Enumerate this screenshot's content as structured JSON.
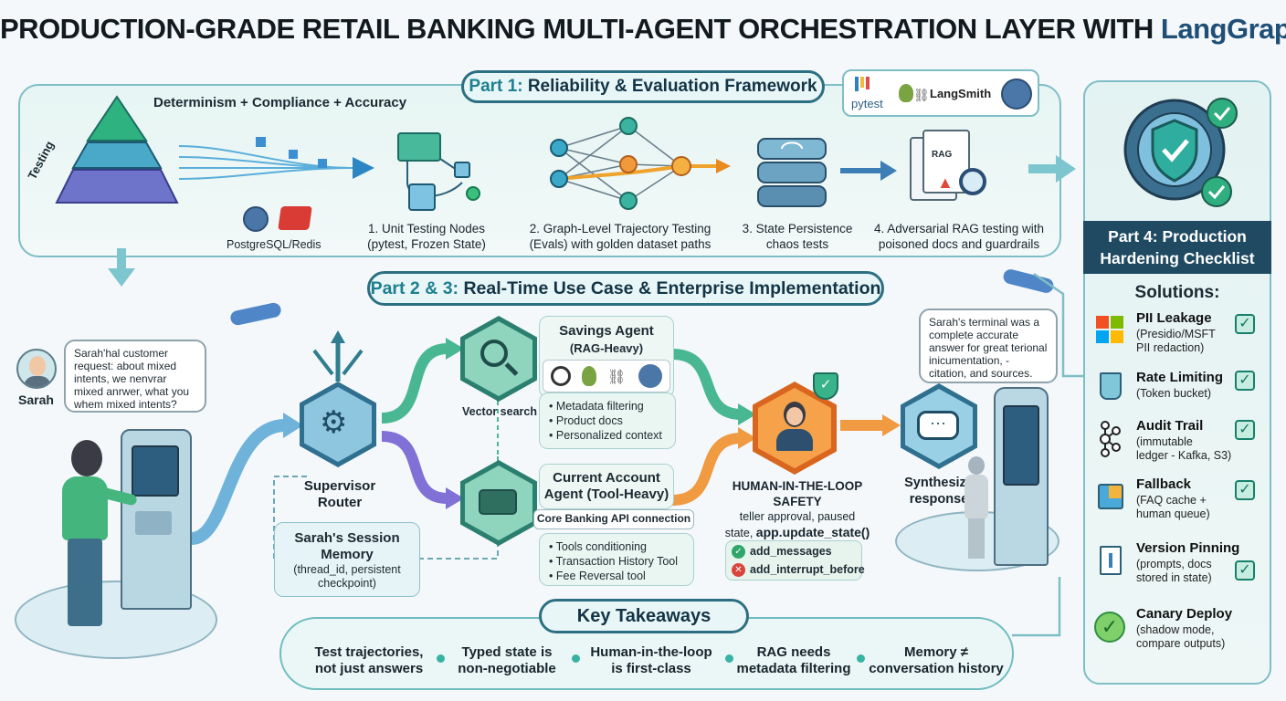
{
  "header": {
    "title": "PRODUCTION-GRADE RETAIL BANKING MULTI-AGENT ORCHESTRATION LAYER WITH",
    "brand": "LangGraph"
  },
  "part1": {
    "label_num": "Part 1:",
    "label_text": "Reliability & Evaluation Framework",
    "tools": {
      "pytest": "pytest",
      "langsmith": "LangSmith"
    },
    "pyramid_heading": "Determinism + Compliance + Accuracy",
    "pyramid_side": "Testing",
    "db_label": "PostgreSQL/Redis",
    "steps": [
      {
        "title": "1. Unit Testing Nodes",
        "sub": "(pytest, Frozen State)"
      },
      {
        "title": "2. Graph-Level Trajectory Testing",
        "sub": "(Evals) with golden dataset paths"
      },
      {
        "title": "3. State Persistence",
        "sub": "chaos tests"
      },
      {
        "title": "4. Adversarial RAG testing with",
        "sub": "poisoned docs and guardrails"
      }
    ],
    "doc_tag": "RAG"
  },
  "part23": {
    "label_num": "Part 2 & 3:",
    "label_text": "Real-Time Use Case & Enterprise Implementation",
    "customer": {
      "name": "Sarah",
      "bubble": "Sarah'hal customer request: about mixed intents, we nenvrar mixed anrwer, what you whem mixed intents?"
    },
    "supervisor": {
      "line1": "Supervisor",
      "line2": "Router"
    },
    "memory": {
      "title1": "Sarah's Session",
      "title2": "Memory",
      "sub1": "(thread_id, persistent",
      "sub2": "checkpoint)"
    },
    "savings": {
      "title": "Savings Agent",
      "sub": "(RAG-Heavy)",
      "vector": "Vector search",
      "items": [
        "Metadata filtering",
        "Product docs",
        "Personalized context"
      ]
    },
    "current": {
      "title1": "Current Account",
      "title2": "Agent (Tool-Heavy)",
      "api": "Core Banking API connection",
      "items": [
        "Tools conditioning",
        "Transaction History Tool",
        "Fee Reversal tool"
      ]
    },
    "hitl": {
      "title1": "HUMAN-IN-THE-LOOP",
      "title2": "SAFETY",
      "sub1": "teller approval, paused",
      "sub2": "state,",
      "code": "app.update_state()",
      "ok": "add_messages",
      "bad": "add_interrupt_before"
    },
    "synth": {
      "line1": "Synthesize",
      "line2": "response"
    },
    "terminal_bubble": "Sarah's terminal was a complete accurate answer for great terional inicumentation, - citation, and sources."
  },
  "takeaways": {
    "label": "Key Takeaways",
    "items": [
      {
        "l1": "Test trajectories,",
        "l2": "not just answers"
      },
      {
        "l1": "Typed state is",
        "l2": "non-negotiable"
      },
      {
        "l1": "Human-in-the-loop",
        "l2": "is first-class"
      },
      {
        "l1": "RAG needs",
        "l2": "metadata filtering"
      },
      {
        "l1": "Memory ≠",
        "l2": "conversation history"
      }
    ]
  },
  "part4": {
    "label1": "Part 4: Production",
    "label2": "Hardening Checklist",
    "solutions_heading": "Solutions:",
    "items": [
      {
        "title": "PII Leakage",
        "sub1": "(Presidio/MSFT",
        "sub2": "PII redaction)",
        "sub3": ""
      },
      {
        "title": "Rate Limiting",
        "sub1": "(Token bucket)",
        "sub2": "",
        "sub3": ""
      },
      {
        "title": "Audit Trail",
        "sub1": "(immutable",
        "sub2": "ledger - Kafka, S3)",
        "sub3": ""
      },
      {
        "title": "Fallback",
        "sub1": "(FAQ cache +",
        "sub2": "human queue)",
        "sub3": ""
      },
      {
        "title": "Version Pinning",
        "sub1": "(prompts, docs",
        "sub2": "stored in state)",
        "sub3": ""
      },
      {
        "title": "Canary Deploy",
        "sub1": "(shadow mode,",
        "sub2": "compare outputs)",
        "sub3": ""
      }
    ]
  },
  "colors": {
    "teal": "#2d8f8a",
    "navy": "#1f4f77",
    "orange": "#f08a2c",
    "purple": "#7b6fd0",
    "check": "#17806a"
  }
}
